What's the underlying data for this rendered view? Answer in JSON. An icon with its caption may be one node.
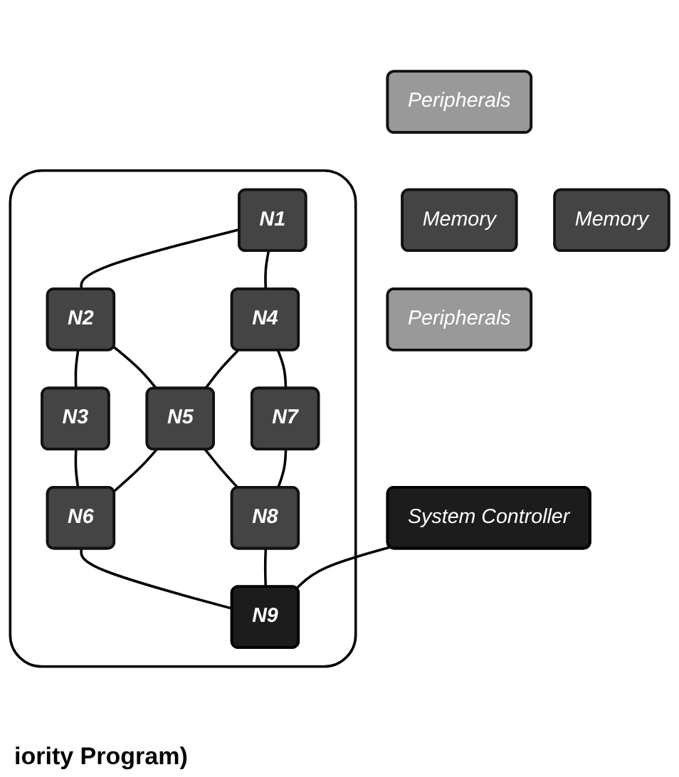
{
  "diagram": {
    "nodes": [
      {
        "text": [
          "Peripherals"
        ]
      },
      {
        "text": [
          "Memory"
        ]
      },
      {
        "text": [],
        "shape": "box"
      },
      {
        "text": [
          "N1"
        ],
        "in": 2
      },
      {
        "text": [
          "N2"
        ],
        "in": 2
      },
      {
        "text": [
          "N3"
        ],
        "in": 2
      },
      {
        "text": [
          "N4"
        ],
        "in": 2
      },
      {
        "text": [
          "N5"
        ],
        "in": 2
      },
      {
        "text": [
          "N6"
        ],
        "in": 2
      },
      {
        "text": [
          "N7"
        ],
        "in": 2
      },
      {
        "text": [
          "N8"
        ],
        "in": 2
      },
      {
        "text": [
          "N9"
        ],
        "in": 2
      },
      {
        "text": [
          "Memory"
        ]
      },
      {
        "text": [
          "Peripherals"
        ]
      },
      {
        "text": [
          "System Controller"
        ]
      }
    ],
    "edges": [
      {
        "from": 3,
        "to": 4,
        "arrow": "none"
      },
      {
        "from": 4,
        "to": 5,
        "arrow": "none"
      },
      {
        "from": 3,
        "to": 6,
        "arrow": "none"
      },
      {
        "from": 4,
        "to": 7,
        "arrow": "none"
      },
      {
        "from": 5,
        "to": 8,
        "arrow": "none"
      },
      {
        "from": 6,
        "to": 7,
        "arrow": "none"
      },
      {
        "from": 7,
        "to": 8,
        "arrow": "none"
      },
      {
        "from": 6,
        "to": 9,
        "arrow": "none"
      },
      {
        "from": 7,
        "to": 10,
        "arrow": "none"
      },
      {
        "from": 8,
        "to": 11,
        "arrow": "none"
      },
      {
        "from": 9,
        "to": 10,
        "arrow": "none"
      },
      {
        "from": 10,
        "to": 11,
        "arrow": "none"
      },
      {
        "from": 14,
        "to": 11,
        "arrow": "none"
      }
    ],
    "labels": [
      "iority Program)"
    ]
  }
}
